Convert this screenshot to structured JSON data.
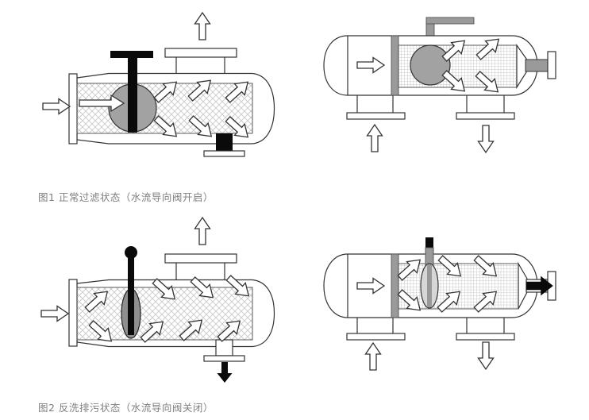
{
  "page": {
    "background": "#ffffff"
  },
  "figures": [
    {
      "id": "figure-1",
      "caption": "图1 正常过滤状态（水流导向阀开启）"
    },
    {
      "id": "figure-2",
      "caption": "图2 反洗排污状态（水流导向阀关闭）"
    }
  ],
  "colors": {
    "outline": "#333333",
    "ball_valve_fill": "#a2a2a2",
    "metal_gray": "#9a9a9a",
    "closed_plug_fill": "#8f8f8f",
    "open_plug_fill": "#d7d7d7",
    "closed_drain_black": "#0a0a0a",
    "hatch_line": "#c8c8c8",
    "mesh_line": "#b4b4b4",
    "caption_text": "#7f7f7f"
  }
}
